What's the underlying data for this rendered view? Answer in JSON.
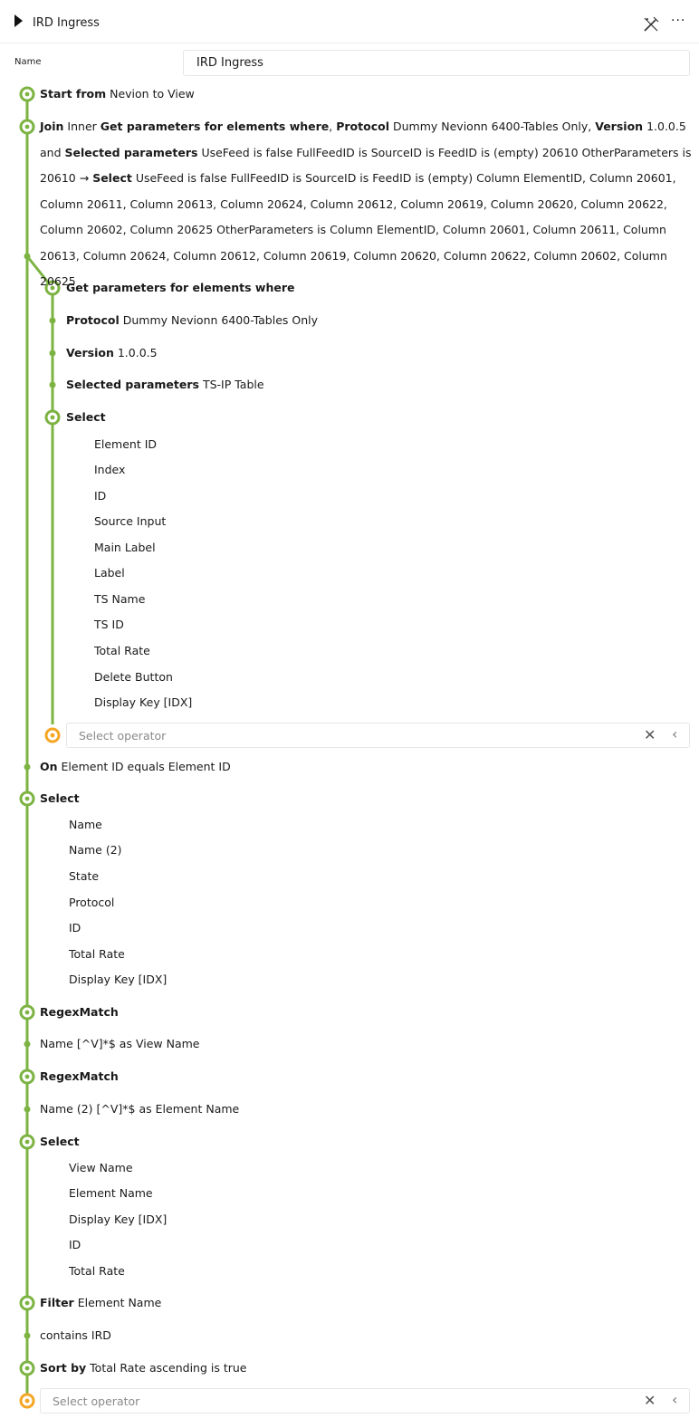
{
  "header": {
    "title": "IRD Ingress",
    "more": "···"
  },
  "name_field": {
    "label": "Name",
    "value": "IRD Ingress"
  },
  "start": {
    "kw": "Start from",
    "text": "Nevion to View"
  },
  "join": {
    "kw_join": "Join",
    "t1": "Inner",
    "kw_get": "Get parameters for elements where",
    "t2": ",",
    "kw_protocol": "Protocol",
    "t3": "Dummy Nevionn 6400-Tables Only,",
    "kw_version": "Version",
    "t4": "1.0.0.5 and",
    "kw_selected": "Selected parameters",
    "t5": "UseFeed is false FullFeedID is  SourceID is  FeedID is (empty) 20610 OtherParameters is 20610 →",
    "kw_select": "Select",
    "t6": "UseFeed is false FullFeedID is  SourceID is  FeedID is (empty) Column ElementID, Column 20601, Column 20611, Column 20613, Column 20624, Column 20612, Column 20619, Column 20620, Column 20622, Column 20602, Column 20625 OtherParameters is Column ElementID, Column 20601, Column 20611, Column 20613, Column 20624, Column 20612, Column 20619, Column 20620, Column 20622, Column 20602, Column 20625"
  },
  "sub": {
    "get": "Get parameters for elements where",
    "protocol_kw": "Protocol",
    "protocol": "Dummy Nevionn 6400-Tables Only",
    "version_kw": "Version",
    "version": "1.0.0.5",
    "selected_kw": "Selected parameters",
    "selected": "TS-IP Table",
    "select_kw": "Select",
    "columns": [
      "Element ID",
      "Index",
      "ID",
      "Source Input",
      "Main Label",
      "Label",
      "TS Name",
      "TS ID",
      "Total Rate",
      "Delete Button",
      "Display Key [IDX]"
    ],
    "operator_placeholder": "Select operator"
  },
  "on": {
    "kw": "On",
    "text": "Element ID equals Element ID"
  },
  "select1": {
    "kw": "Select",
    "columns": [
      "Name",
      "Name (2)",
      "State",
      "Protocol",
      "ID",
      "Total Rate",
      "Display Key [IDX]"
    ]
  },
  "regex1": {
    "kw": "RegexMatch",
    "text": "Name [^V]*$ as View Name"
  },
  "regex2": {
    "kw": "RegexMatch",
    "text": "Name (2) [^V]*$ as Element Name"
  },
  "select2": {
    "kw": "Select",
    "columns": [
      "View Name",
      "Element Name",
      "Display Key [IDX]",
      "ID",
      "Total Rate"
    ]
  },
  "filter": {
    "kw": "Filter",
    "text": "Element Name",
    "cond": "contains IRD"
  },
  "sort": {
    "kw": "Sort by",
    "text": "Total Rate ascending is true"
  },
  "bottom_operator": {
    "placeholder": "Select operator"
  },
  "colors": {
    "green": "#7cb342",
    "orange": "#f5a623",
    "border": "#e6e6e6"
  },
  "icons": {
    "collapse": "caret-right-icon",
    "wand": "magic-wand-icon",
    "more": "more-icon",
    "clear": "close-icon",
    "chevron": "chevron-left-icon"
  }
}
